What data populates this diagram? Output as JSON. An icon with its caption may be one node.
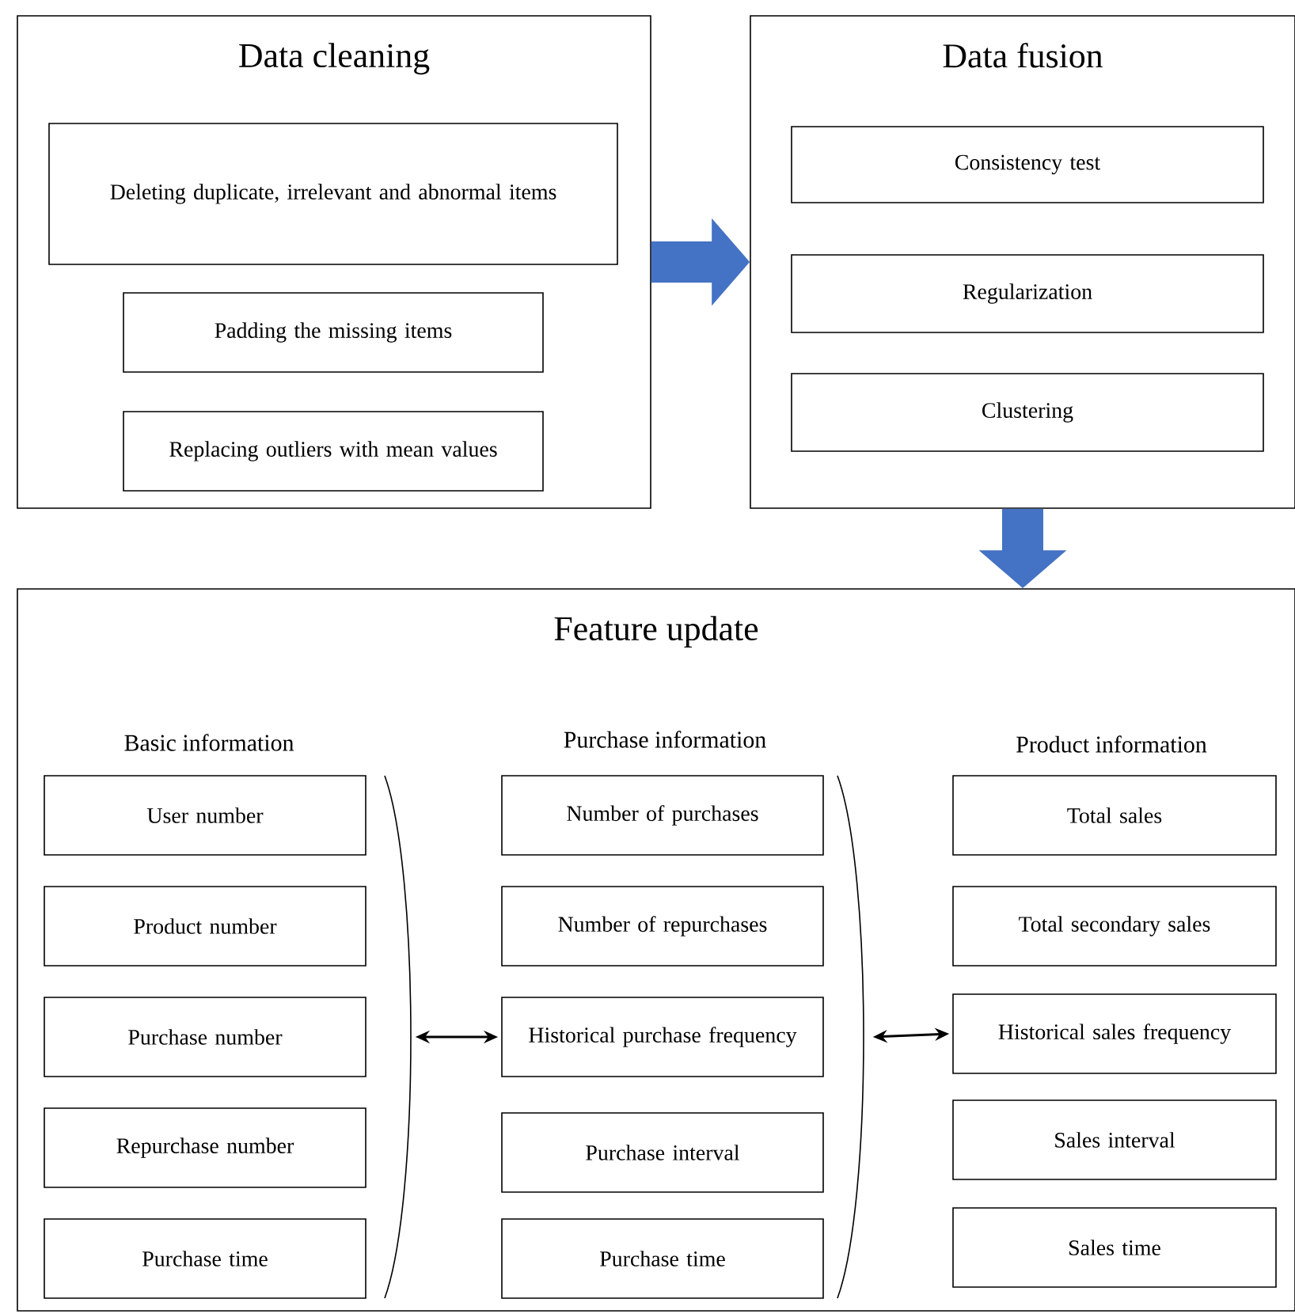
{
  "diagram": {
    "nodes": [
      {
        "text": [
          "Data cleaning"
        ]
      },
      {
        "text": [
          "Deleting duplicate, irrelevant and abnormal items"
        ],
        "in": 0
      },
      {
        "text": [
          "Padding the missing items"
        ],
        "in": 0
      },
      {
        "text": [
          "Replacing outliers with mean values"
        ],
        "in": 0
      },
      {
        "text": [
          "Data fusion"
        ]
      },
      {
        "text": [
          "Consistency test"
        ],
        "in": 4
      },
      {
        "text": [
          "Regularization"
        ],
        "in": 4
      },
      {
        "text": [
          "Clustering"
        ],
        "in": 4
      },
      {
        "text": [
          "Feature update"
        ]
      },
      {
        "text": [
          "User number"
        ],
        "in": 8
      },
      {
        "text": [
          "Product number"
        ],
        "in": 8
      },
      {
        "text": [
          "Purchase number"
        ],
        "in": 8
      },
      {
        "text": [
          "Repurchase number"
        ],
        "in": 8
      },
      {
        "text": [
          "Purchase time"
        ],
        "in": 8
      },
      {
        "text": [
          "Number of purchases"
        ],
        "in": 8
      },
      {
        "text": [
          "Number of repurchases"
        ],
        "in": 8
      },
      {
        "text": [
          "Historical purchase frequency"
        ],
        "in": 8
      },
      {
        "text": [
          "Purchase interval"
        ],
        "in": 8
      },
      {
        "text": [
          "Purchase time"
        ],
        "in": 8
      },
      {
        "text": [
          "Total sales"
        ],
        "in": 8
      },
      {
        "text": [
          "Total secondary sales"
        ],
        "in": 8
      },
      {
        "text": [
          "Historical sales frequency"
        ],
        "in": 8
      },
      {
        "text": [
          "Sales interval"
        ],
        "in": 8
      },
      {
        "text": [
          "Sales time"
        ],
        "in": 8
      }
    ],
    "edges": [
      {
        "from": 0,
        "to": 4,
        "arrow": "to",
        "style": "thick",
        "color": "#4472c4"
      },
      {
        "from": 4,
        "to": 8,
        "arrow": "to",
        "style": "thick",
        "color": "#4472c4"
      },
      {
        "from": 11,
        "to": 16,
        "arrow": "both",
        "color": "#000000"
      },
      {
        "from": 16,
        "to": 21,
        "arrow": "both",
        "color": "#000000"
      }
    ],
    "labels": [
      "Basic information",
      "Purchase information",
      "Product information"
    ]
  }
}
